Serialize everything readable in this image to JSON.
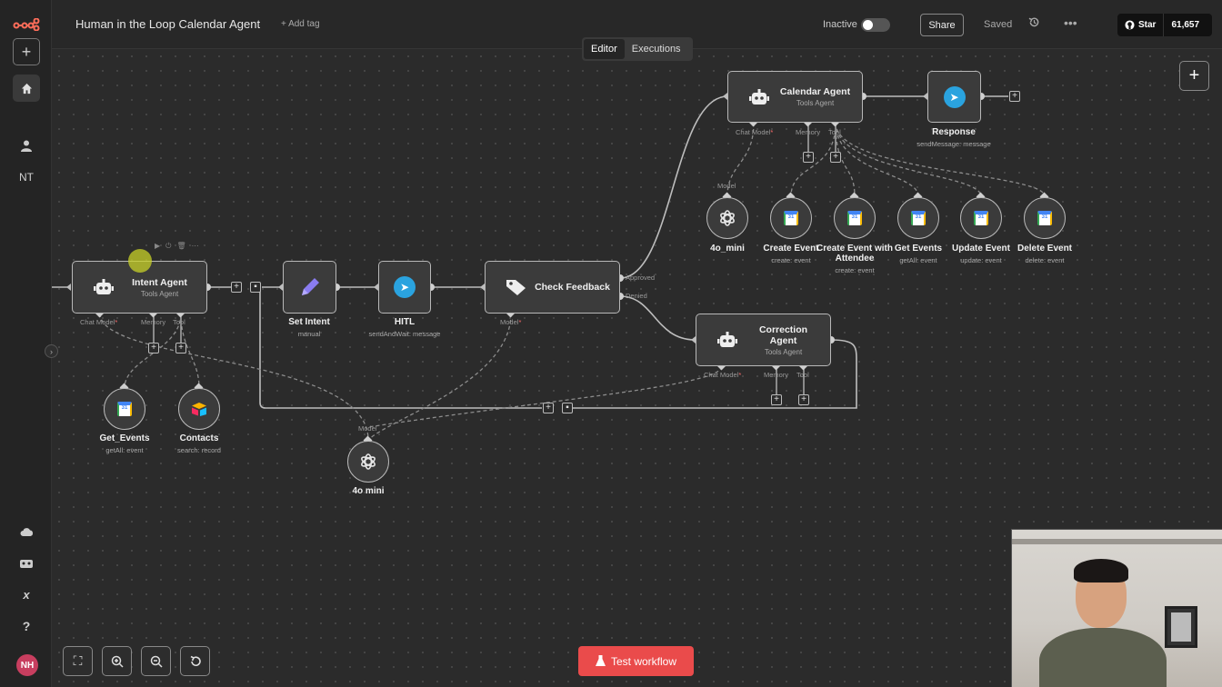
{
  "header": {
    "title": "Human in the Loop Calendar Agent",
    "add_tag": "+ Add tag",
    "status_label": "Inactive",
    "share": "Share",
    "saved": "Saved",
    "github_star": "Star",
    "github_count": "61,657"
  },
  "sidebar": {
    "project_initials": "NT",
    "user_initials": "NH"
  },
  "tabs": {
    "editor": "Editor",
    "executions": "Executions"
  },
  "nodes": {
    "intent_agent": {
      "title": "Intent Agent",
      "subtitle": "Tools Agent",
      "ports": [
        "Chat Model",
        "Memory",
        "Tool"
      ]
    },
    "set_intent": {
      "title": "Set Intent",
      "subtitle": "manual"
    },
    "hitl": {
      "title": "HITL",
      "subtitle": "sendAndWait: message"
    },
    "check_feedback": {
      "title": "Check Feedback",
      "out_approved": "Approved",
      "out_denied": "Denied",
      "port": "Model"
    },
    "calendar_agent": {
      "title": "Calendar Agent",
      "subtitle": "Tools Agent",
      "ports": [
        "Chat Model",
        "Memory",
        "Tool"
      ]
    },
    "response": {
      "title": "Response",
      "subtitle": "sendMessage: message"
    },
    "correction_agent": {
      "title": "Correction Agent",
      "subtitle": "Tools Agent",
      "ports": [
        "Chat Model",
        "Memory",
        "Tool"
      ]
    },
    "get_events_left": {
      "title": "Get_Events",
      "subtitle": "getAll: event"
    },
    "contacts": {
      "title": "Contacts",
      "subtitle": "search: record"
    },
    "model_4o_mini_bottom": {
      "title": "4o mini",
      "port": "Model"
    },
    "model_4o_mini_top": {
      "title": "4o_mini",
      "port": "Model"
    },
    "create_event": {
      "title": "Create Event",
      "subtitle": "create: event"
    },
    "create_event_attendee": {
      "title": "Create Event with Attendee",
      "subtitle": "create: event"
    },
    "get_events": {
      "title": "Get Events",
      "subtitle": "getAll: event"
    },
    "update_event": {
      "title": "Update Event",
      "subtitle": "update: event"
    },
    "delete_event": {
      "title": "Delete Event",
      "subtitle": "delete: event"
    }
  },
  "toolbar": {
    "test_workflow": "Test workflow"
  },
  "icons": {
    "logo": "n8n-logo-icon",
    "add": "plus-icon",
    "home": "home-icon",
    "user": "user-icon",
    "cloud": "cloud-icon",
    "templates": "templates-icon",
    "variables": "variables-icon",
    "help": "help-icon",
    "history": "history-icon",
    "more": "more-icon",
    "github": "github-icon",
    "fit": "fit-view-icon",
    "zoom_in": "zoom-in-icon",
    "zoom_out": "zoom-out-icon",
    "reset": "reset-zoom-icon",
    "flask": "flask-icon",
    "robot": "robot-icon",
    "pencil": "pencil-icon",
    "telegram": "telegram-icon",
    "tag": "tag-icon",
    "openai": "openai-icon",
    "google_calendar": "google-calendar-icon",
    "airtable": "airtable-icon"
  },
  "colors": {
    "accent": "#ea4b4b",
    "logo": "#ff6d5a",
    "node_border": "#b8b8b8",
    "canvas": "#2b2b2b"
  }
}
